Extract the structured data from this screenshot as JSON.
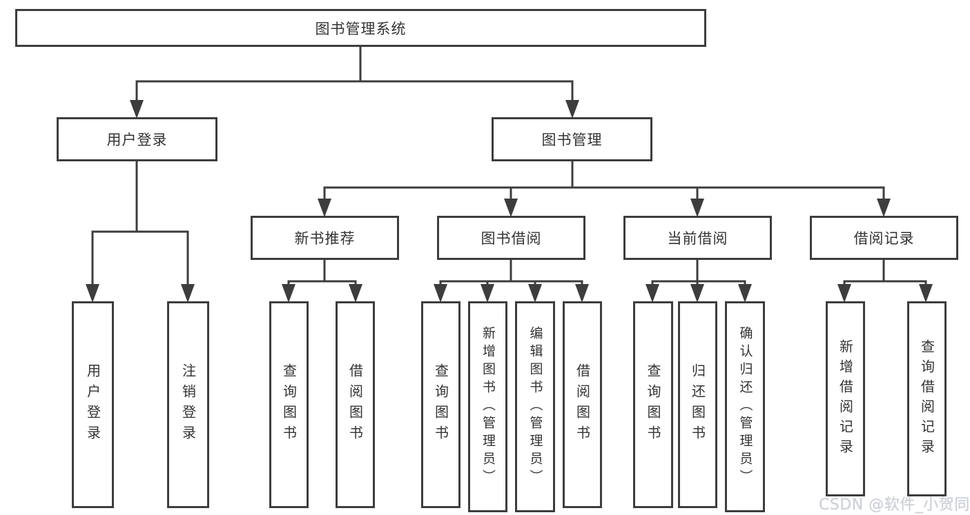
{
  "watermark": {
    "text": "CSDN @软件_小贺同学"
  },
  "diagram": {
    "root": {
      "label": "图书管理系统",
      "children": [
        {
          "label": "用户登录",
          "children": [
            {
              "label": "用户登录"
            },
            {
              "label": "注销登录"
            }
          ]
        },
        {
          "label": "图书管理",
          "children": [
            {
              "label": "新书推荐",
              "children": [
                {
                  "label": "查询图书"
                },
                {
                  "label": "借阅图书"
                }
              ]
            },
            {
              "label": "图书借阅",
              "children": [
                {
                  "label": "查询图书"
                },
                {
                  "label": "新增图书（管理员）"
                },
                {
                  "label": "编辑图书（管理员）"
                },
                {
                  "label": "借阅图书"
                }
              ]
            },
            {
              "label": "当前借阅",
              "children": [
                {
                  "label": "查询图书"
                },
                {
                  "label": "归还图书"
                },
                {
                  "label": "确认归还（管理员）"
                }
              ]
            },
            {
              "label": "借阅记录",
              "children": [
                {
                  "label": "新增借阅记录"
                },
                {
                  "label": "查询借阅记录"
                }
              ]
            }
          ]
        }
      ]
    }
  }
}
